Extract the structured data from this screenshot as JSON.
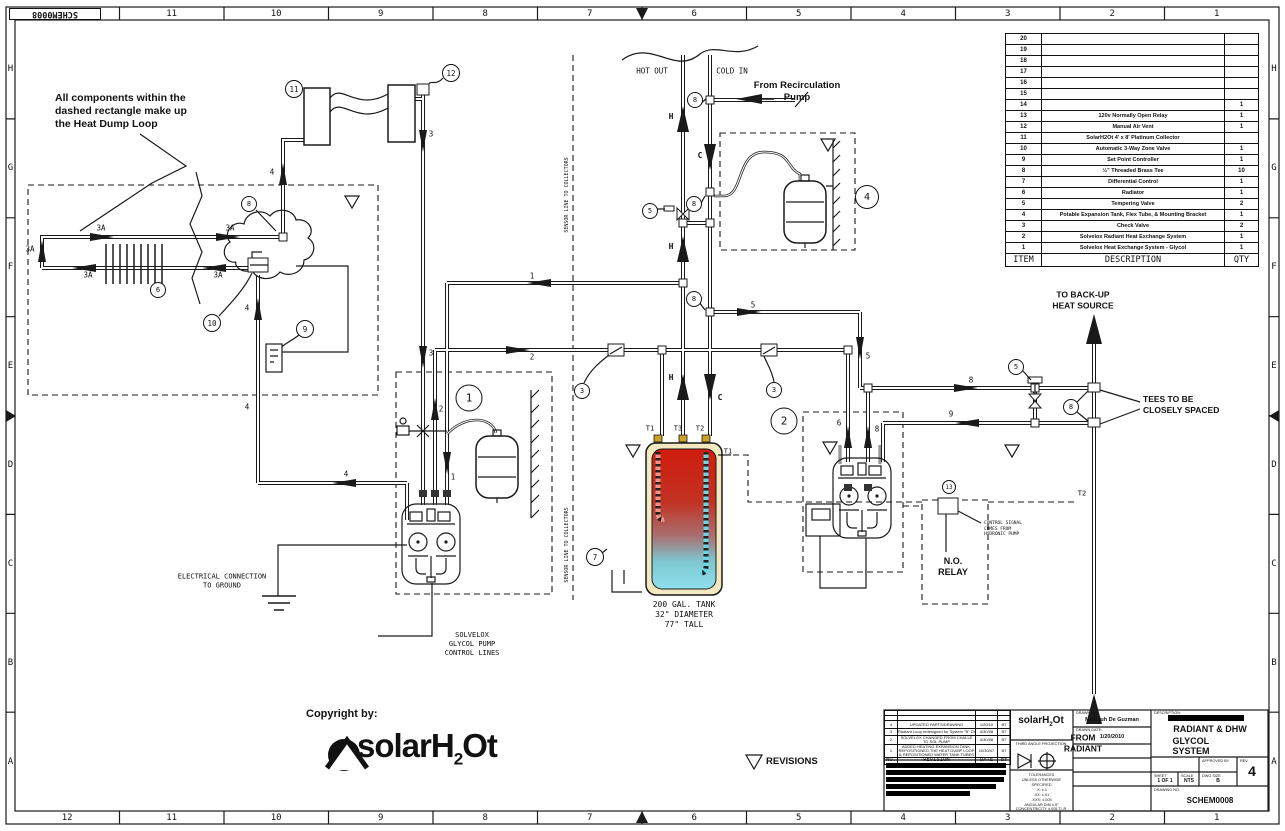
{
  "border": {
    "stamp": "SCHEM0008",
    "cols_top": [
      "11",
      "10",
      "9",
      "8",
      "7",
      "6",
      "5",
      "4",
      "3",
      "2",
      "1"
    ],
    "cols_bottom": [
      "12",
      "11",
      "10",
      "9",
      "8",
      "7",
      "6",
      "5",
      "4",
      "3",
      "2",
      "1"
    ],
    "rows": [
      "H",
      "G",
      "F",
      "E",
      "D",
      "C",
      "B",
      "A"
    ]
  },
  "annotations": {
    "heat_dump_note": "All components within the\ndashed rectangle make up\nthe Heat Dump Loop",
    "hot_out": "HOT OUT",
    "cold_in": "COLD IN",
    "from_recirculation": "From Recirculation\nPump",
    "sensor_line": "SENSOR LINE TO COLLECTORS",
    "electrical_ground": "ELECTRICAL CONNECTION\nTO GROUND",
    "solvelox_control": "SOLVELOX\nGLYCOL PUMP\nCONTROL LINES",
    "tank_caption": "200 GAL. TANK\n32\" DIAMETER\n77\" TALL",
    "to_backup": "TO BACK-UP\nHEAT SOURCE",
    "tees_note": "TEES TO BE\nCLOSELY SPACED",
    "from_radiant": "FROM\nRADIANT",
    "no_relay": "N.O.\nRELAY",
    "control_signal": "CONTROL SIGNAL\nCOMES FROM\nHYDRONIC PUMP",
    "revisions_legend": "REVISIONS",
    "copyright": "Copyright by:"
  },
  "flow": {
    "hot": "H",
    "cold": "C"
  },
  "ports": {
    "t1": "T1",
    "t2": "T2",
    "t3": "T3"
  },
  "pipe_tags": {
    "n1": "1",
    "n2": "2",
    "n3": "3",
    "n3a": "3A",
    "n4": "4",
    "n5": "5",
    "n6": "6",
    "n8": "8",
    "n9": "9"
  },
  "balloons": {
    "n1": "1",
    "n2": "2",
    "n3": "3",
    "n4": "4",
    "n5": "5",
    "n6": "6",
    "n7": "7",
    "n8": "8",
    "n9": "9",
    "n10": "10",
    "n11": "11",
    "n12": "12",
    "n13": "13"
  },
  "logo": {
    "prefix": "solarH",
    "sub": "2",
    "suffix": "Ot"
  },
  "parts_table": {
    "headers": {
      "item": "ITEM",
      "description": "DESCRIPTION",
      "qty": "QTY"
    },
    "rows": [
      {
        "item": "20",
        "description": "",
        "qty": ""
      },
      {
        "item": "19",
        "description": "",
        "qty": ""
      },
      {
        "item": "18",
        "description": "",
        "qty": ""
      },
      {
        "item": "17",
        "description": "",
        "qty": ""
      },
      {
        "item": "16",
        "description": "",
        "qty": ""
      },
      {
        "item": "15",
        "description": "",
        "qty": ""
      },
      {
        "item": "14",
        "description": "",
        "qty": "1"
      },
      {
        "item": "13",
        "description": "120v Normally Open Relay",
        "qty": "1"
      },
      {
        "item": "12",
        "description": "Manual Air Vent",
        "qty": "1"
      },
      {
        "item": "11",
        "description": "SolarH2Ot 4' x 8' Platinum Collector",
        "qty": ""
      },
      {
        "item": "10",
        "description": "Automatic 3-Way Zone Valve",
        "qty": "1"
      },
      {
        "item": "9",
        "description": "Set Point Controller",
        "qty": "1"
      },
      {
        "item": "8",
        "description": "½\" Threaded Brass Tee",
        "qty": "10"
      },
      {
        "item": "7",
        "description": "Differential Control",
        "qty": "1"
      },
      {
        "item": "6",
        "description": "Radiator",
        "qty": "1"
      },
      {
        "item": "5",
        "description": "Tempering Valve",
        "qty": "2"
      },
      {
        "item": "4",
        "description": "Potable Expansion Tank, Flex Tube, & Mounting Bracket",
        "qty": "1"
      },
      {
        "item": "3",
        "description": "Check Valve",
        "qty": "2"
      },
      {
        "item": "2",
        "description": "Solvelox Radiant Heat Exchange System",
        "qty": "1"
      },
      {
        "item": "1",
        "description": "Solvelox Heat Exchange System - Glycol",
        "qty": "1"
      }
    ]
  },
  "titleblock": {
    "rev_history": {
      "headers": {
        "no": "NO.",
        "revision": "REVISION",
        "date": "DATE",
        "by": "BY"
      },
      "rows": [
        {
          "no": "4",
          "revision": "UPDATED PARTS/DRAWING",
          "date": "1/20/10",
          "by": "BT"
        },
        {
          "no": "3",
          "revision": "Radiant Loop redesigned for System \"B\" Dr",
          "date": "4/30/08",
          "by": "BT"
        },
        {
          "no": "2",
          "revision": "SOLVELOX CHANGED FROM CHALLE TO SOL PUMP",
          "date": "4/30/08",
          "by": "BT"
        },
        {
          "no": "1",
          "revision": "ADDED HEATING EXPANSION TANK. REPOSITIONED THE HEAT DUMP LOOP & REPOSITIONED WATER TANK TUBES",
          "date": "10/30/07",
          "by": "BT"
        }
      ]
    },
    "third_angle": "THIRD ANGLE PROJECTION",
    "tolerances": [
      "TOLERANCES",
      "UNLESS OTHERWISE SPECIFIED",
      ".X: ±.1",
      ".XX: ±.01",
      ".XXX: ±.005",
      "ANGULAR DIM ±.5°",
      "CONCENTRICITY ±.005 T.I.R."
    ],
    "drawn_by_label": "DRAWN BY:",
    "drawn_by": "Mike Iuh De Guzman",
    "date_label": "DRAWN DATE:",
    "date": "1/20/2010",
    "description_label": "DESCRIPTION:",
    "title_line1": "RADIANT & DHW",
    "title_line2": "GLYCOL SYSTEM",
    "approved_label": "APPROVED BY",
    "rev_label": "REV",
    "rev": "4",
    "sheet_label": "SHEET",
    "sheet": "1 OF 1",
    "scale_label": "SCALE",
    "scale": "NTS",
    "size_label": "DWG SIZE",
    "size": "B",
    "dwg_no_label": "DRAWING NO.",
    "dwg_no": "SCHEM0008"
  }
}
